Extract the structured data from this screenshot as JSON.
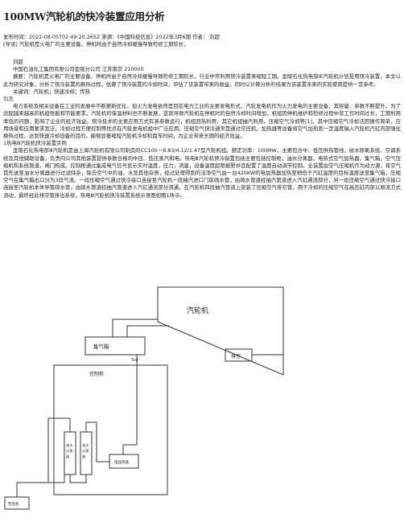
{
  "article": {
    "title": "100MW汽轮机的快冷装置应用分析",
    "meta": "发布时间：2022-08-05T02:49:20.265Z   来源：《中国科技信息》2022年3月6期   作者：  刘超",
    "guide": "[导读] 汽轮机是火电厂的主要设备，停机时由于自然冷却缓慢导致检修工期较长，",
    "author_label": "刘超",
    "affiliation": "中国石油化工集团有限公司金陵分公司  江苏南京 210000",
    "abstract": "摘要：汽轮机是火电厂的主要设备，停机时由于自然冷却缓慢导致检修工期较长，行业中常利用快冷装置来缩短工期。金陵石化热电部IE汽轮机计划投用快冷装置，本文以此为研究对象，分析了快冷装置的换热过程，估算了快冷装置的冷却时间，评估了该装置带来的收益，同时以计算分析的结果为该装置未来的实际使用提供一定参考。",
    "keywords": "关键词：汽轮机；快速冷却；传热",
    "intro_heading": "引言",
    "intro": "电力系统及相关设备在工业的发展中不断更新优化，但火力发电依然是目前电力工业的主要发电形式，汽轮发电机作为火力发电的主要设备，其容量、参数不断提升。为了适配越来越高的机组性能和节能要求，汽轮机的保温材料也不断发展，这就导致汽轮机在停机时的自然冷却时间增加，机组因停机维护和检修过程中非工作时间过长，工期利用率低的问题，影响了企业的经济效益。快冷技术的主要应用方式有蒸参数运行，机组回热利用，其它机组抽汽利用，压缩空气冷却等[1]，其中压缩空气冷却法因操作简单，应用场景和应用要求宽泛，冷却过程方便控制等优点在汽轮发电机组中广泛应用。压缩空气快冷通常是通过空压机，加热器等设备将空气加热到一定温度输入汽轮机汽缸内部强化换热过程，达到快速冷却设备的目的，能够显著缩短汽轮机冷却和盘车时间，为企业带来长期的经济效益。",
    "section_heading": "1热电Ⅲ汽轮机快冷装置实例",
    "section_body": "金陵石化热电部Ⅲ汽轮机是由上海汽轮机有限公司制造的CC100－8.83/4.12/1.47型汽轮机组，额定功率：100MW，主要包含中、低压供热管线，给水除氧系统、空调系统及其他辅助设备，负责向公司其他装置提供参数合格的中压、低压蒸汽和电。热电Ⅲ汽轮机快冷装置包括主要包括控制柜，油水分离器，电热式空气加热器，集气箱，空气压缩机和系统管道，阀门构成。控制柜通过集成电气信号显示实时温度，压力，流量，设备温度超限报警并且配置了温度自动调节控制。全装置由空气压缩机作为动力源，将空气首先送至油水分离器进行过滤除杂，除去空气中的油，水及其他杂质，经过处理得到的洁净空气由一台420KW的电加热器加热至稍低于汽缸温度的目标温度送至集气箱，压缩空气在集气箱出口分为3段气流。一段压缩空气通过快冷接口连接至汽轮机一段抽汽进口门前疏水管，由疏水管道经抽汽管道进入汽缸通流部分，另一段压缩空气通过快冷接口连接至汽轮机本体导管疏水管，由疏水管道经抽汽管道进入汽缸通流部分流通，在汽轮机四段抽汽管道上安装了压缩空气排空管，用于冷却的压缩空气在高压缸内部以顺流方式流动，最终经此排空管排出系统，热电Ⅲ汽轮机快冷装置系统示意图如图1所示。"
  },
  "diagram": {
    "turbine_label": "汽轮机",
    "exhaust_label": "排空",
    "header_label": "集气箱",
    "test_label": "Test",
    "cabinet_label": "控制柜",
    "separator1_label": "油水分离器",
    "separator2_label": "油水分离器",
    "heater_label": "电加热器",
    "compressor_label": "空压机"
  }
}
